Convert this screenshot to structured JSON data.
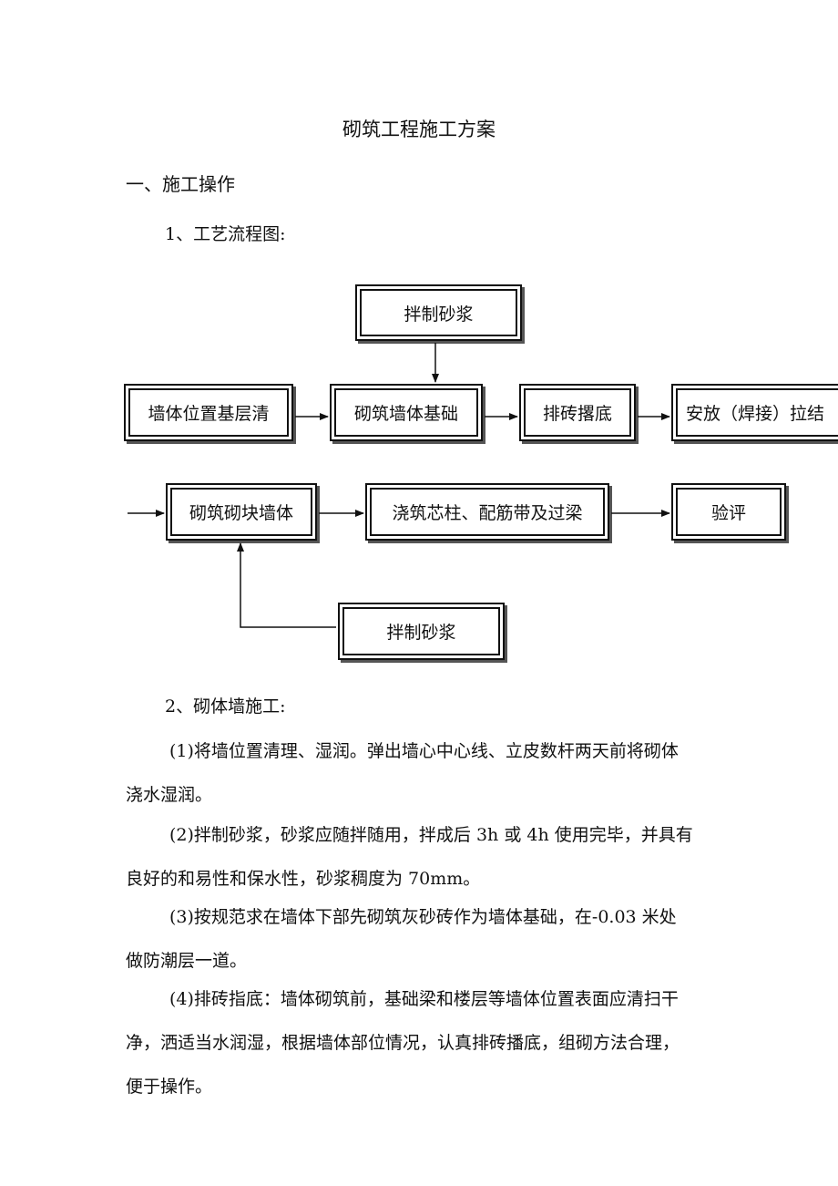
{
  "doc": {
    "title": "砌筑工程施工方案",
    "section1": "一、施工操作",
    "sub1": "1、工艺流程图:",
    "sub2": "2、砌体墙施工:"
  },
  "flow": {
    "box_mortar_top": "拌制砂浆",
    "box_wall_base_clean": "墙体位置基层清",
    "box_wall_foundation": "砌筑墙体基础",
    "box_brick_layout": "排砖撂底",
    "box_tie_bars": "安放（焊接）拉结",
    "box_block_wall": "砌筑砌块墙体",
    "box_pour": "浇筑芯柱、配筋带及过梁",
    "box_acceptance": "验评",
    "box_mortar_bottom": "拌制砂浆"
  },
  "paragraphs": [
    {
      "line1": "(1)将墙位置清理、湿润。弹出墙心中心线、立皮数杆两天前将砌体",
      "line2": "浇水湿润。"
    },
    {
      "line1": "(2)拌制砂浆，砂浆应随拌随用，拌成后 3h 或 4h 使用完毕，并具有",
      "line2": "良好的和易性和保水性，砂浆稠度为 70mm。"
    },
    {
      "line1": "(3)按规范求在墙体下部先砌筑灰砂砖作为墙体基础，在-0.03 米处",
      "line2": "做防潮层一道。"
    },
    {
      "line1": "(4)排砖指底：墙体砌筑前，基础梁和楼层等墙体位置表面应清扫干",
      "line2": "净，洒适当水润湿，根据墙体部位情况，认真排砖播底，组砌方法合理，",
      "line3": "便于操作。"
    }
  ]
}
